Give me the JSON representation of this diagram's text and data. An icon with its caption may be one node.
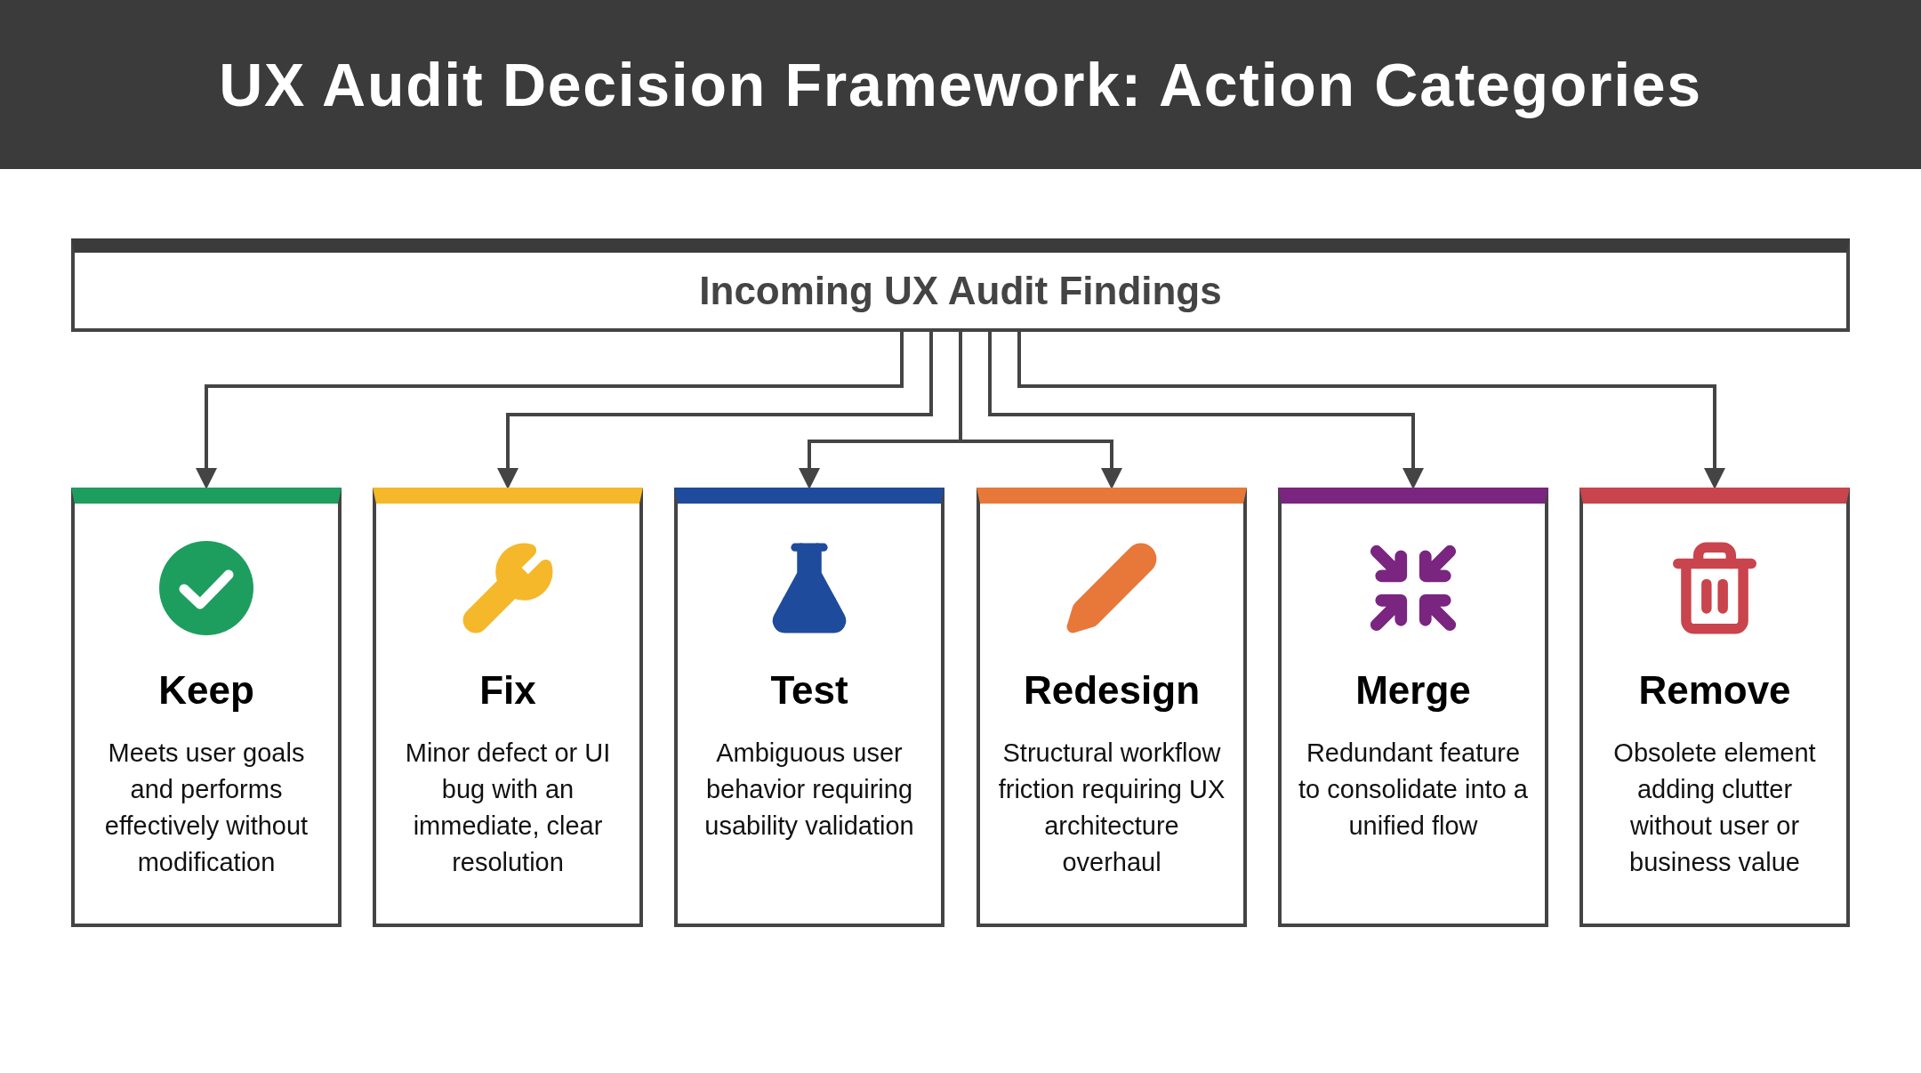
{
  "diagram": {
    "title": "UX Audit Decision Framework: Action Categories",
    "nodes": [
      {
        "text": [
          "Incoming UX Audit Findings"
        ]
      },
      {
        "text": [
          "Keep",
          "Meets user goals and performs effectively without modification"
        ]
      },
      {
        "text": [
          "Fix",
          "Minor defect or UI bug with an immediate, clear resolution"
        ]
      },
      {
        "text": [
          "Test",
          "Ambiguous user behavior requiring usability validation"
        ]
      },
      {
        "text": [
          "Redesign",
          "Structural workflow friction requiring UX architecture overhaul"
        ]
      },
      {
        "text": [
          "Merge",
          "Redundant feature to consolidate into a unified flow"
        ]
      },
      {
        "text": [
          "Remove",
          "Obsolete element adding clutter without user or business value"
        ]
      }
    ],
    "edges": [
      {
        "from": 0,
        "to": 1,
        "arrow": "to"
      },
      {
        "from": 0,
        "to": 2,
        "arrow": "to"
      },
      {
        "from": 0,
        "to": 3,
        "arrow": "to"
      },
      {
        "from": 0,
        "to": 4,
        "arrow": "to"
      },
      {
        "from": 0,
        "to": 5,
        "arrow": "to"
      },
      {
        "from": 0,
        "to": 6,
        "arrow": "to"
      }
    ]
  }
}
